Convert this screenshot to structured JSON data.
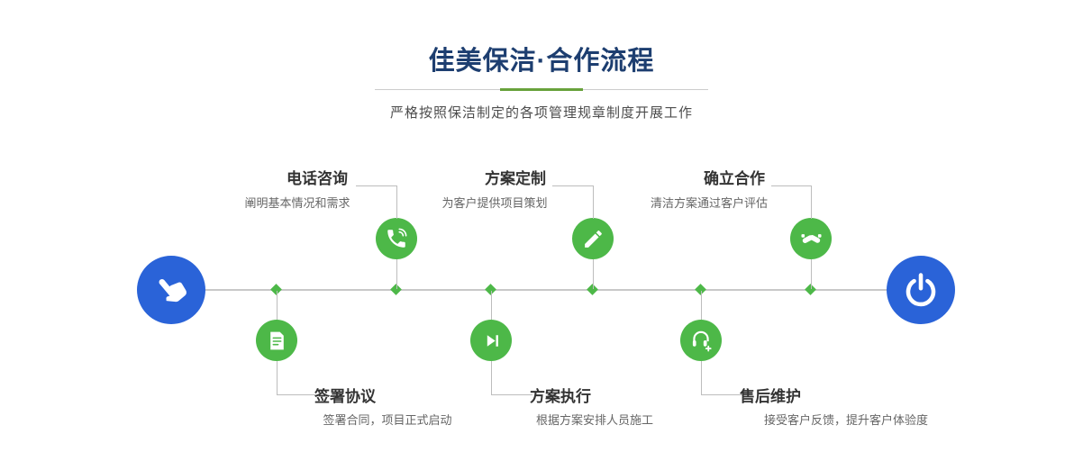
{
  "header": {
    "title": "佳美保洁·合作流程",
    "subtitle": "严格按照保洁制定的各项管理规章制度开展工作"
  },
  "timeline": {
    "start": {
      "icon": "pointing-hand-icon"
    },
    "end": {
      "icon": "power-icon"
    },
    "steps": [
      {
        "title": "电话咨询",
        "desc": "阐明基本情况和需求",
        "icon": "phone-icon",
        "position": "top"
      },
      {
        "title": "方案定制",
        "desc": "为客户提供项目策划",
        "icon": "pencil-icon",
        "position": "top"
      },
      {
        "title": "确立合作",
        "desc": "清洁方案通过客户评估",
        "icon": "handshake-icon",
        "position": "top"
      },
      {
        "title": "签署协议",
        "desc": "签署合同，项目正式启动",
        "icon": "contract-icon",
        "position": "bottom"
      },
      {
        "title": "方案执行",
        "desc": "根据方案安排人员施工",
        "icon": "play-icon",
        "position": "bottom"
      },
      {
        "title": "售后维护",
        "desc": "接受客户反馈，提升客户体验度",
        "icon": "headset-icon",
        "position": "bottom"
      }
    ]
  },
  "colors": {
    "accent_green": "#4db848",
    "accent_blue": "#2a63d8",
    "title_navy": "#1d3e70",
    "underline_green": "#68a23b",
    "line_gray": "#c8c8c8"
  }
}
